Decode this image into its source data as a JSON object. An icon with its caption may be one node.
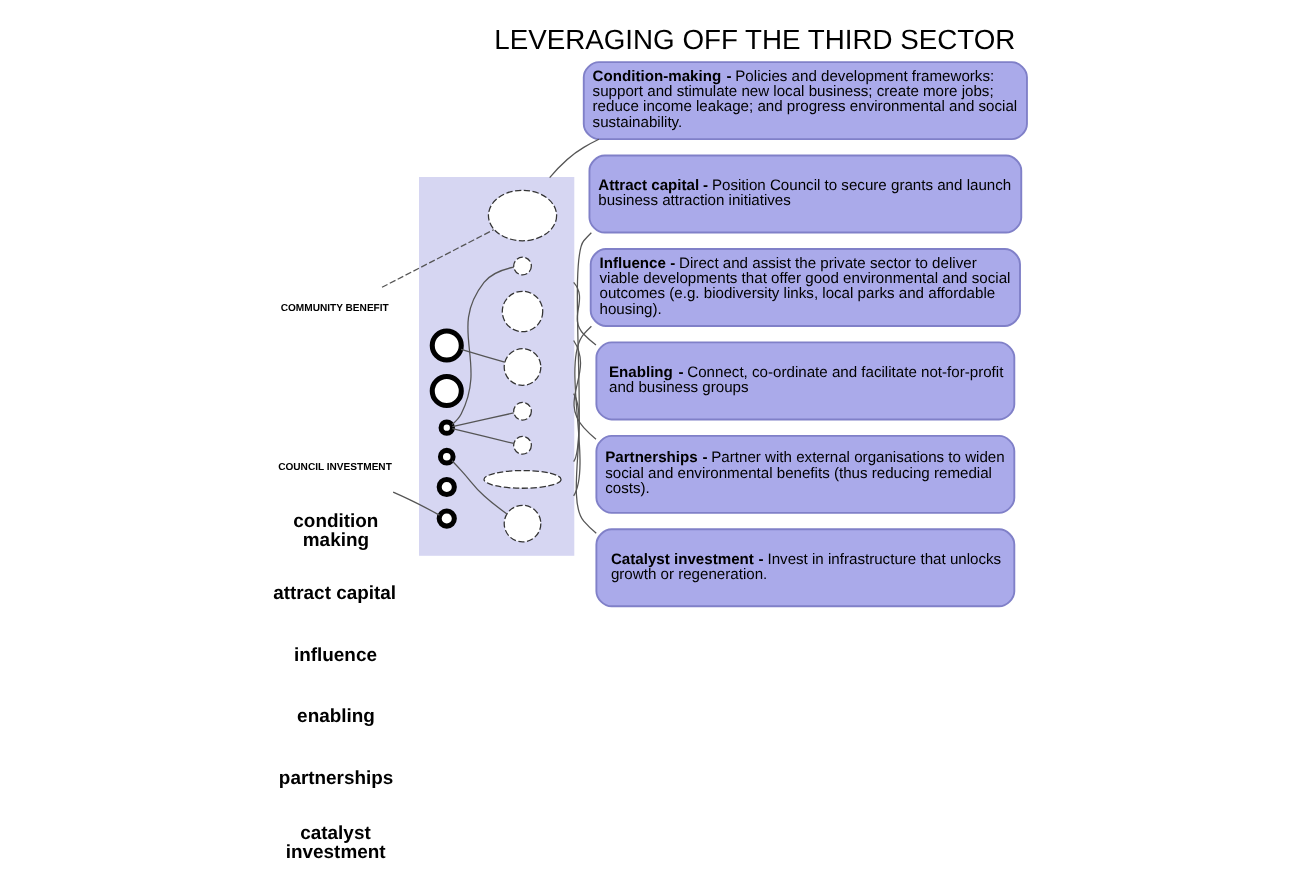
{
  "diagram": {
    "title": "LEVERAGING OFF THE THIRD SECTOR",
    "nodes": [
      {
        "text": [
          "COMMUNITY BENEFIT"
        ]
      },
      {
        "text": [
          "COUNCIL INVESTMENT"
        ]
      },
      {
        "text": [],
        "shape": "box"
      },
      {
        "text": [],
        "shape": "circle",
        "in": 2
      },
      {
        "text": [],
        "shape": "ellipse",
        "in": 2
      },
      {
        "text": [
          "**Condition-making -** Policies and development frameworks: support and stimulate new local business; create more jobs; reduce income leakage; and progress environmental and social sustainability."
        ]
      },
      {
        "text": [],
        "shape": "circle",
        "in": 2
      },
      {
        "text": [],
        "shape": "ellipse",
        "in": 2
      },
      {
        "text": [
          "**Attract capital -** Position Council to secure grants and launch business attraction initiatives"
        ]
      },
      {
        "text": [],
        "shape": "circle",
        "in": 2
      },
      {
        "text": [],
        "shape": "circle",
        "in": 2
      },
      {
        "text": [
          "**Influence -** Direct and assist the private sector to deliver viable developments that offer good environmental and social outcomes (e.g. biodiversity links, local parks and affordable housing)."
        ]
      },
      {
        "text": [],
        "shape": "circle",
        "in": 2
      },
      {
        "text": [],
        "shape": "circle",
        "in": 2
      },
      {
        "text": [],
        "shape": "circle",
        "in": 2
      },
      {
        "text": [],
        "shape": "circle",
        "in": 2
      },
      {
        "text": [
          "**Enabling -** Connect, co-ordinate and facilitate not-for-profit and business groups"
        ]
      },
      {
        "text": [],
        "shape": "circle",
        "in": 2
      },
      {
        "text": [],
        "shape": "circle",
        "in": 2
      },
      {
        "text": [
          "**Partnerships -** Partner with external organisations to widen social and environmental benefits (thus reducing remedial costs)."
        ]
      },
      {
        "text": [],
        "shape": "circle",
        "in": 2
      },
      {
        "text": [],
        "shape": "circle",
        "in": 2
      },
      {
        "text": [
          "**Catalyst investment -** Invest in infrastructure that unlocks growth or regeneration."
        ]
      }
    ],
    "edges": [
      {
        "from": 0,
        "to": 4,
        "arrow": "none",
        "style": "dashed"
      },
      {
        "from": 1,
        "to": 3,
        "arrow": "none"
      },
      {
        "from": 2,
        "to": 5,
        "arrow": "none"
      },
      {
        "from": 2,
        "to": 8,
        "arrow": "none"
      },
      {
        "from": 9,
        "to": 10,
        "arrow": "none"
      },
      {
        "from": 2,
        "to": 11,
        "arrow": "none"
      },
      {
        "from": 12,
        "to": 13,
        "arrow": "none"
      },
      {
        "from": 12,
        "to": 14,
        "arrow": "none"
      },
      {
        "from": 12,
        "to": 15,
        "arrow": "none"
      },
      {
        "from": 2,
        "to": 16,
        "arrow": "none"
      },
      {
        "from": 2,
        "to": 19,
        "arrow": "none"
      },
      {
        "from": 20,
        "to": 21,
        "arrow": "none"
      },
      {
        "from": 2,
        "to": 22,
        "arrow": "none"
      }
    ],
    "labels": [
      "condition making",
      "attract capital",
      "influence",
      "enabling",
      "partnerships",
      "catalyst investment"
    ]
  }
}
